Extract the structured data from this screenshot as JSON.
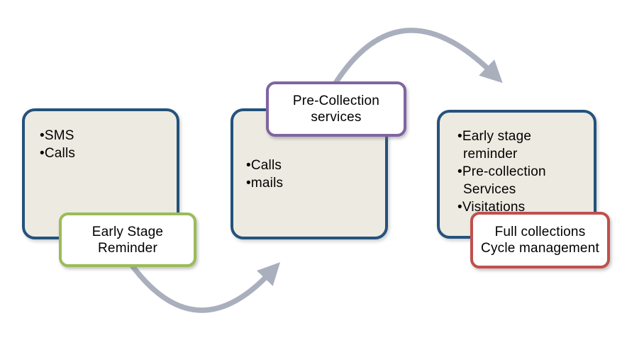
{
  "colors": {
    "box-border": "#24527C",
    "box-fill": "#EDEAE1",
    "label-fill": "#FFFFFF",
    "label-green": "#9BBB59",
    "label-purple": "#8064A2",
    "label-red": "#C0504D",
    "arrow": "#A9AFBD",
    "text": "#000000"
  },
  "diagram": {
    "stages": [
      {
        "label": "Early Stage Reminder",
        "bullets": [
          "SMS",
          "Calls"
        ]
      },
      {
        "label": "Pre-Collection services",
        "bullets": [
          "Calls",
          "mails"
        ]
      },
      {
        "label": "Full collections Cycle management",
        "bullets": [
          "Early stage reminder",
          "Pre-collection Services",
          "Visitations"
        ]
      }
    ],
    "arrows": [
      {
        "name": "curved-arrow-early-to-pre-collection",
        "direction": "up-right"
      },
      {
        "name": "curved-arrow-pre-collection-to-full-cycle",
        "direction": "down-right"
      }
    ]
  }
}
